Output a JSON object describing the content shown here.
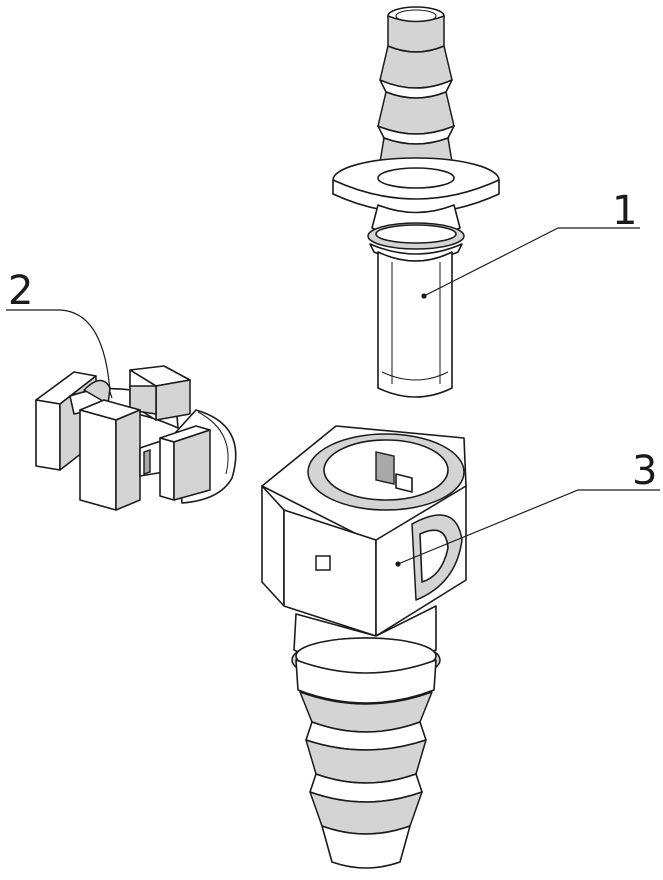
{
  "figure": {
    "labels": [
      {
        "id": "part-1",
        "text": "1"
      },
      {
        "id": "part-2",
        "text": "2"
      },
      {
        "id": "part-3",
        "text": "3"
      }
    ]
  }
}
